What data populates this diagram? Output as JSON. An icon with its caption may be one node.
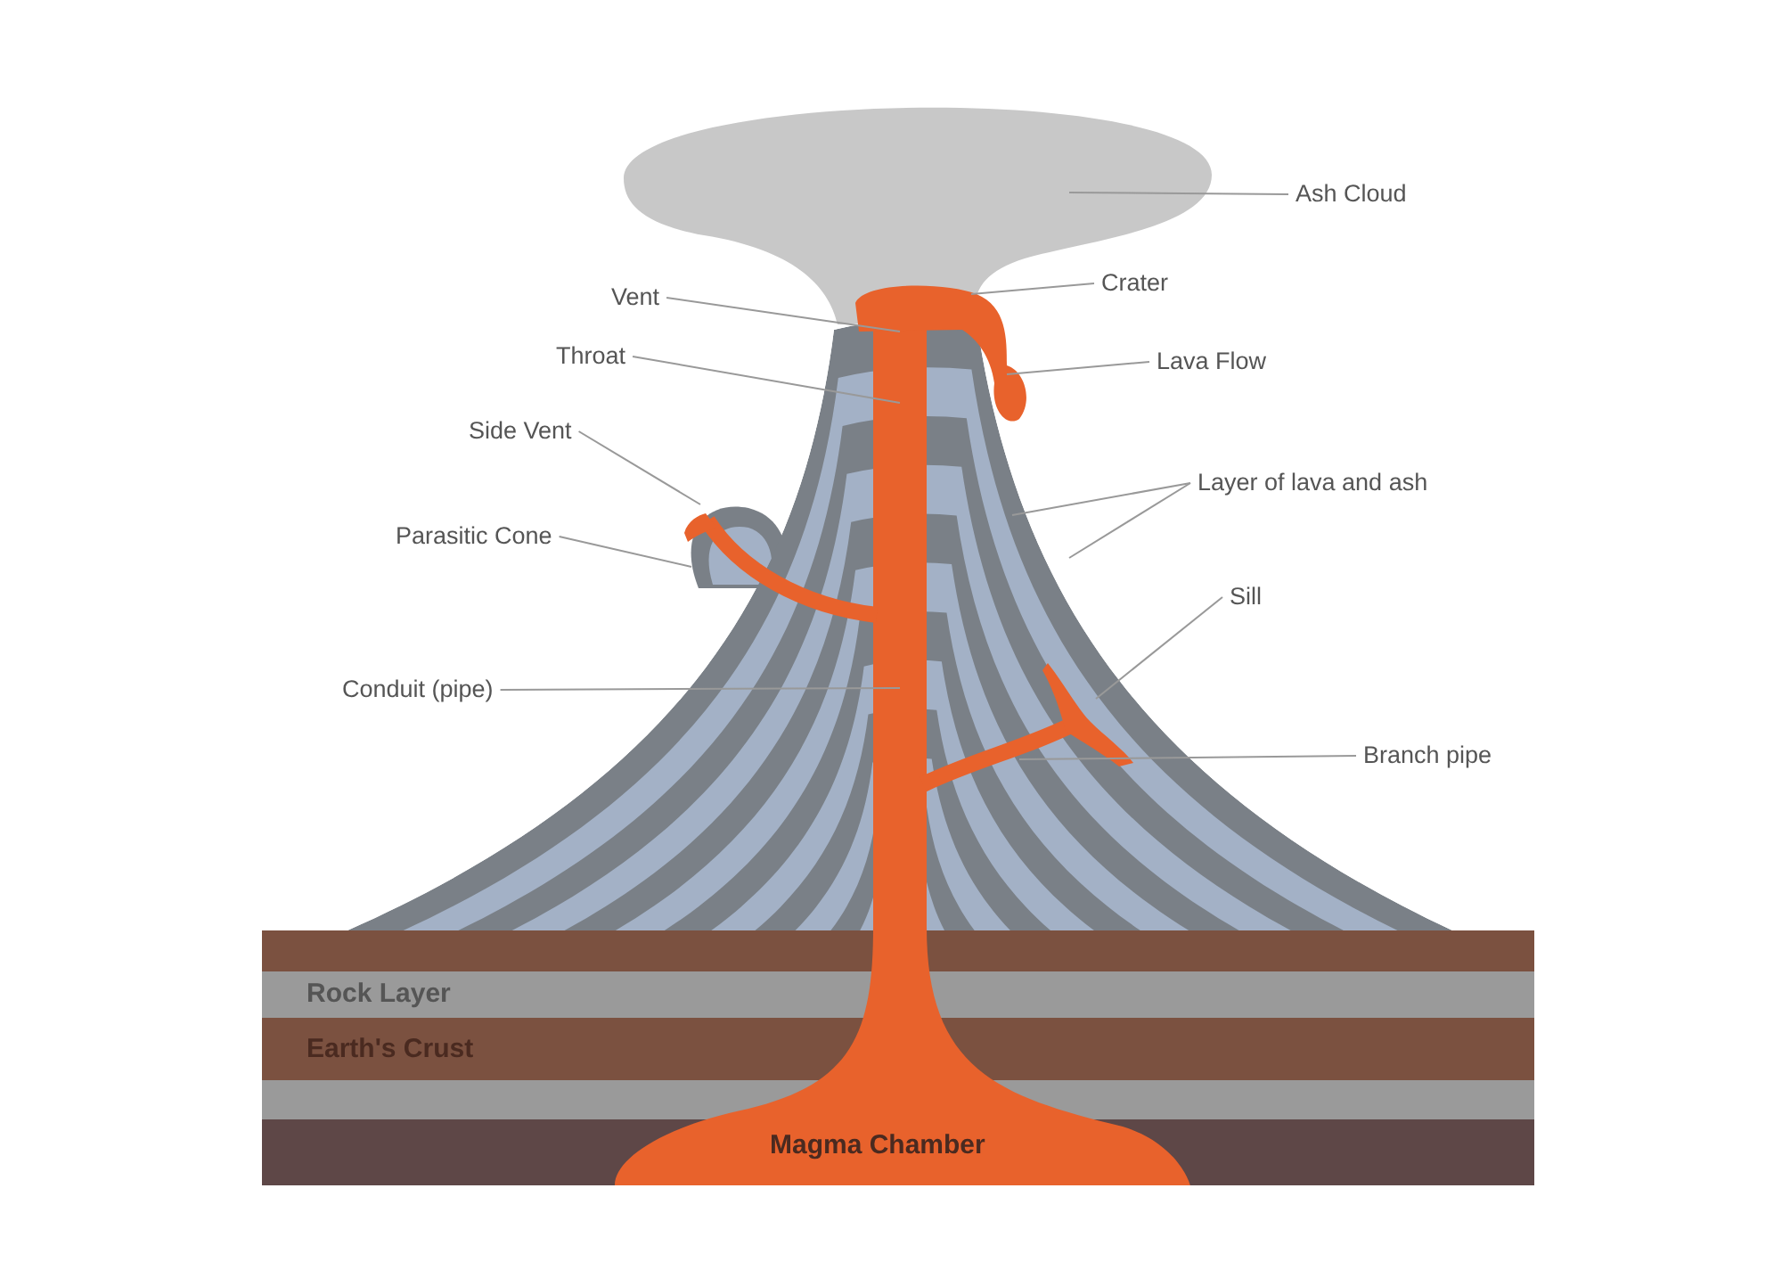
{
  "diagram": {
    "nodes": [
      {
        "text": [
          "Ash Cloud"
        ]
      },
      {
        "text": [
          "Crater"
        ]
      },
      {
        "text": [
          "Vent"
        ]
      },
      {
        "text": [
          "Lava Flow"
        ]
      },
      {
        "text": [
          "Throat"
        ]
      },
      {
        "text": [
          "Side Vent"
        ]
      },
      {
        "text": [
          "Layer of lava and ash"
        ]
      },
      {
        "text": [
          "Parasitic Cone"
        ]
      },
      {
        "text": [
          "Sill"
        ]
      },
      {
        "text": [
          "Conduit (pipe)"
        ]
      },
      {
        "text": [
          "Branch pipe"
        ]
      }
    ],
    "edges": [
      {
        "from": 0,
        "to": null,
        "arrow": "none"
      },
      {
        "from": 1,
        "to": null,
        "arrow": "none"
      },
      {
        "from": 2,
        "to": null,
        "arrow": "none"
      },
      {
        "from": 3,
        "to": null,
        "arrow": "none"
      },
      {
        "from": 4,
        "to": null,
        "arrow": "none"
      },
      {
        "from": 5,
        "to": null,
        "arrow": "none"
      },
      {
        "from": 6,
        "to": null,
        "arrow": "none"
      },
      {
        "from": 6,
        "to": null,
        "arrow": "none"
      },
      {
        "from": 7,
        "to": null,
        "arrow": "none"
      },
      {
        "from": 8,
        "to": null,
        "arrow": "none"
      },
      {
        "from": 9,
        "to": null,
        "arrow": "none"
      },
      {
        "from": 10,
        "to": null,
        "arrow": "none"
      }
    ],
    "labels": [
      "Rock Layer",
      "Earth's Crust",
      "Magma Chamber"
    ]
  }
}
